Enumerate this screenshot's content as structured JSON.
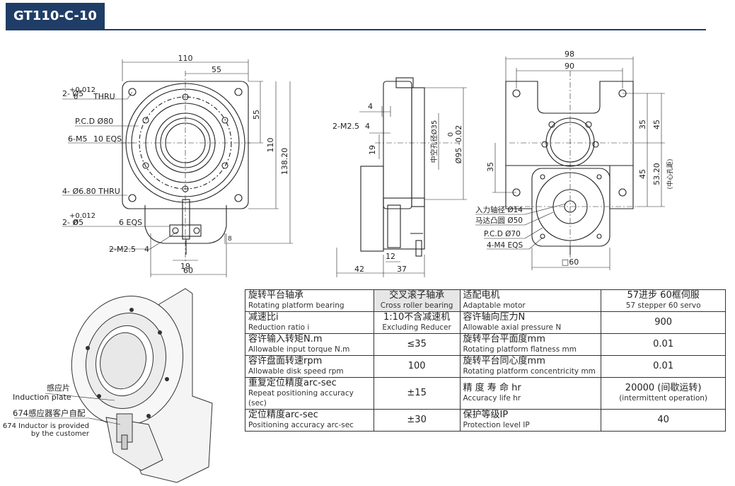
{
  "header": {
    "title": "GT110-C-10"
  },
  "front_view": {
    "width_110": "110",
    "width_55": "55",
    "hole_label": "2- Ø5",
    "tol_plus": "+0.012",
    "tol_zero": "0",
    "thru": "THRU",
    "pcd": "P.C.D Ø80",
    "m5": "6-M5",
    "m5_depth": "10 EQS",
    "dim_55": "55",
    "dim_110": "110",
    "dim_138": "138.20",
    "holes_680": "4- Ø6.80 THRU",
    "hole2_label": "2- Ø5",
    "tol2_plus": "+0.012",
    "tol2_zero": "0",
    "hole2_depth": "6 EQS",
    "m25": "2-M2.5",
    "m25_depth": "4",
    "dim_19": "19",
    "dim_60": "60",
    "dim_8": "8"
  },
  "side_view": {
    "dim_4": "4",
    "m25": "2-M2.5",
    "m25_depth": "4",
    "dim_19": "19",
    "hollow": "中空孔径Ø35",
    "tol": "0",
    "dia95": "Ø95 -0.02",
    "dim_12": "12",
    "dim_42": "42",
    "dim_37": "37"
  },
  "rear_view": {
    "dim_98": "98",
    "dim_90": "90",
    "dim_35a": "35",
    "dim_45a": "45",
    "dim_35b": "35",
    "dim_45b": "45",
    "dim_5320": "53.20",
    "center_note": "(中心孔距)",
    "input_shaft": "入力轴径 Ø14",
    "motor_boss": "马达凸圆 Ø50",
    "pcd70": "P.C.D Ø70",
    "m4": "4-M4 EQS",
    "sq60": "□60"
  },
  "iso_view": {
    "induction_zh": "感应片",
    "induction_en": "Induction plate",
    "inductor_zh": "674感应器客户自配",
    "inductor_en_1": "674 Inductor is provided",
    "inductor_en_2": "by the customer"
  },
  "specs": [
    {
      "l_zh": "旋转平台轴承",
      "l_en": "Rotating platform bearing",
      "l_val_zh": "交叉滚子轴承",
      "l_val_en": "Cross roller bearing",
      "r_zh": "适配电机",
      "r_en": "Adaptable motor",
      "r_val_zh": "57进步 60框伺服",
      "r_val_en": "57 stepper 60 servo"
    },
    {
      "l_zh": "减速比i",
      "l_en": "Reduction ratio i",
      "l_val_zh": "1:10不含减速机",
      "l_val_en": "Excluding Reducer",
      "r_zh": "容许轴向压力N",
      "r_en": "Allowable axial pressure N",
      "r_val_zh": "900",
      "r_val_en": ""
    },
    {
      "l_zh": "容许输入转矩N.m",
      "l_en": "Allowable input torque N.m",
      "l_val_zh": "≤35",
      "l_val_en": "",
      "r_zh": "旋转平台平面度mm",
      "r_en": "Rotating platform flatness mm",
      "r_val_zh": "0.01",
      "r_val_en": ""
    },
    {
      "l_zh": "容许盘面转速rpm",
      "l_en": "Allowable disk speed rpm",
      "l_val_zh": "100",
      "l_val_en": "",
      "r_zh": "旋转平台同心度mm",
      "r_en": "Rotating platform concentricity mm",
      "r_val_zh": "0.01",
      "r_val_en": ""
    },
    {
      "l_zh": "重复定位精度arc-sec",
      "l_en": "Repeat positioning accuracy (sec)",
      "l_val_zh": "±15",
      "l_val_en": "",
      "r_zh": "精 度 寿 命 hr",
      "r_en": "Accuracy life hr",
      "r_val_zh": "20000 (间歇运转)",
      "r_val_en": "(intermittent operation)"
    },
    {
      "l_zh": "定位精度arc-sec",
      "l_en": "Positioning accuracy arc-sec",
      "l_val_zh": "±30",
      "l_val_en": "",
      "r_zh": "保护等级IP",
      "r_en": "Protection level IP",
      "r_val_zh": "40",
      "r_val_en": ""
    }
  ]
}
